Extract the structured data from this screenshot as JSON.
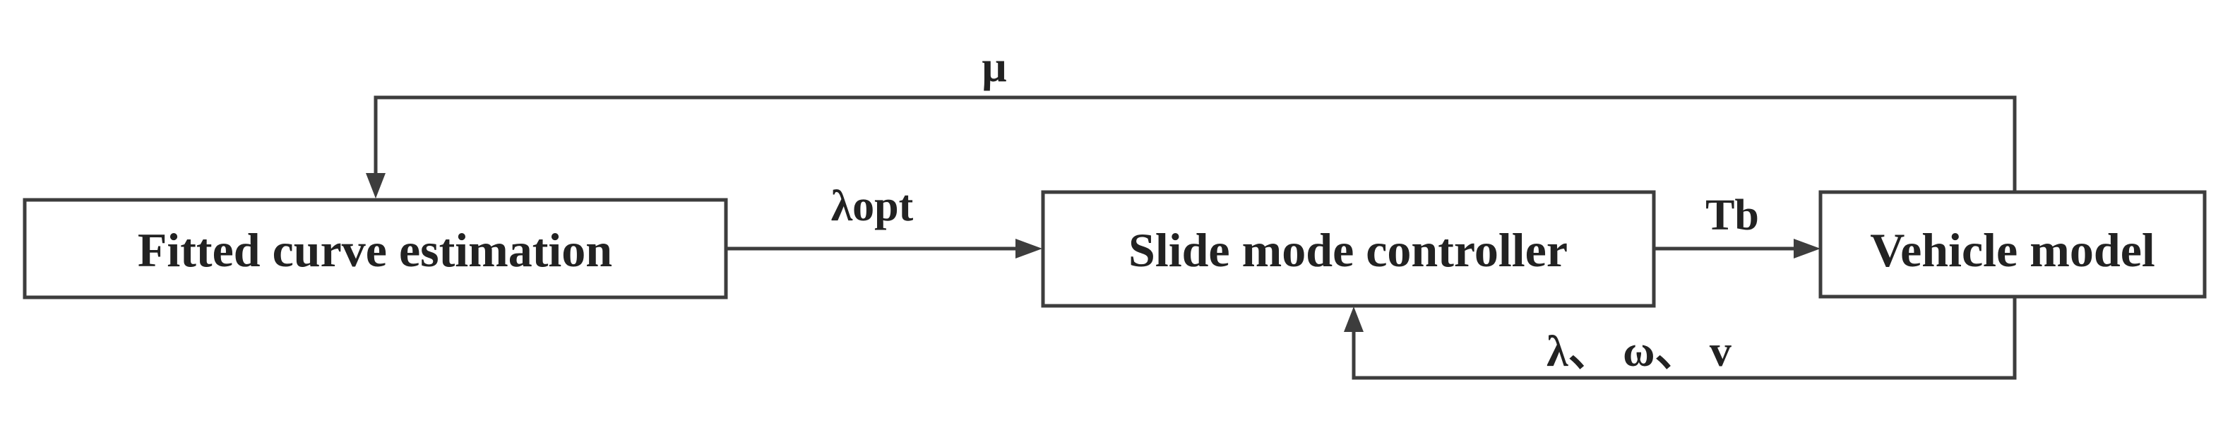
{
  "blocks": {
    "fitted_curve": "Fitted curve estimation",
    "controller": "Slide mode controller",
    "vehicle": "Vehicle model"
  },
  "signals": {
    "mu": "μ",
    "lambda_opt": "λopt",
    "tb": "Tb",
    "feedback": "λ、 ω、 v"
  }
}
